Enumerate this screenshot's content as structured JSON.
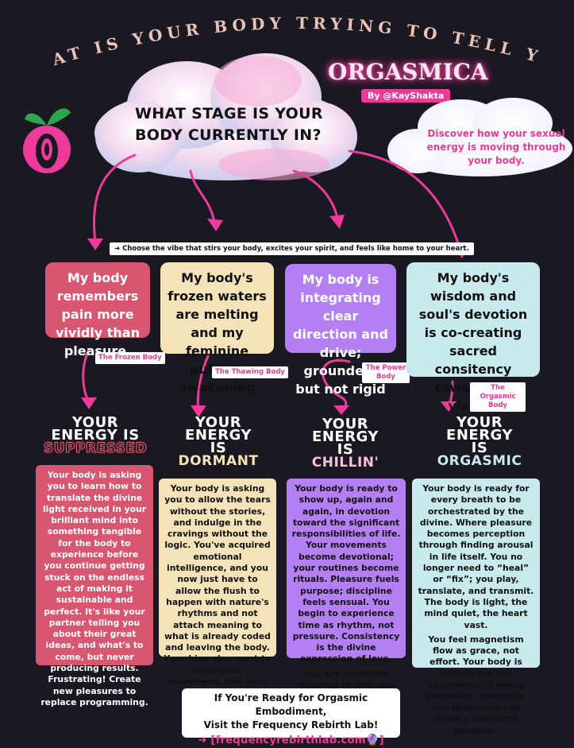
{
  "header": {
    "arc_title": "WHAT IS YOUR BODY TRYING TO TELL YOU?",
    "question_line1": "WHAT STAGE IS YOUR",
    "question_line2": "BODY CURRENTLY IN?",
    "brand": "ORGASMICA",
    "byline": "By @KayShakta",
    "side_text": "Discover how your sexual energy is moving through your body."
  },
  "instruction": "➜ Choose the vibe that stirs your body, excites your spirit, and feels like home to your heart.",
  "stages": [
    {
      "statement": "My body remembers pain more vividly than pleasure.",
      "tag": "The Frozen Body",
      "energy_l1": "YOUR",
      "energy_l2": "ENERGY IS",
      "energy_l3": "SUPPRESSED",
      "desc": [
        "Your body is asking you to learn how to translate the divine light received in your brilliant mind into something tangible for the body to experience before you continue getting stuck on the endless act of making it sustainable and perfect. It's like your partner telling you about their great ideas, and what's to come, but never producing results. Frustrating! Create new pleasures to replace programming."
      ]
    },
    {
      "statement": "My body's frozen waters are melting and my feminine pulse is awakening",
      "tag": "The Thawing Body",
      "energy_l1": "YOUR",
      "energy_l2": "ENERGY",
      "energy_l2b": "IS",
      "energy_l3": "DORMANT",
      "desc": [
        "Your body is asking you to allow the tears without the stories, and indulge in the cravings without the logic. You've acquired emotional intelligence, and you now just have to allow the flush to happen with nature's rhythms and not attach meaning to what is already coded and leaving the body. Your hips also want to rediscover movement, and your voice is ready to share."
      ]
    },
    {
      "statement": "My body is integrating clear direction and drive; grounded, but not rigid",
      "tag": "The Power Body",
      "energy_l1": "YOUR",
      "energy_l2": "ENERGY",
      "energy_l2b": "IS",
      "energy_l3": "CHILLIN'",
      "desc": [
        "Your body is ready to show up, again and again, in devotion toward the significant responsibilities of life. Your movements become devotional; your routines become rituals. Pleasure fuels purpose; discipline feels sensual. You begin to experience time as rhythm, not pressure. Consistency is the divine expression of love.",
        "You are no longer reacting to life; you are composing it."
      ]
    },
    {
      "statement": "My body's wisdom and soul's devotion is co-creating sacred consitency toward my visions",
      "tag": "The Orgasmic Body",
      "energy_l1": "YOUR",
      "energy_l2": "ENERGY",
      "energy_l2b": "IS",
      "energy_l3": "ORGASMIC",
      "desc": [
        "Your body is ready for every breath to be orchestrated by the divine. Where pleasure becomes perception through finding arousal in life itself. You no longer need to “heal” or “fix”; you play, translate, and transmit. The body is light, the mind quiet, the heart vast.",
        "You feel magnetism flow as grace, not effort. Your body is craving the full experience of being grounded, magnetic, and illuminated by spirit's activated purpose."
      ]
    }
  ],
  "footer": {
    "line1": "If You're Ready for Orgasmic Embodiment,",
    "line2": "Visit the Frequency Rebirth Lab!",
    "link": "➜ [frequencyrebirthlab.com🔮]"
  }
}
